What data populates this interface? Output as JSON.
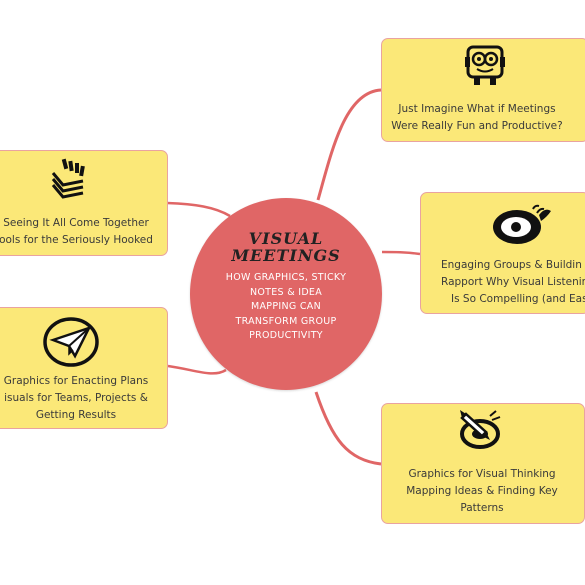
{
  "center": {
    "title_line1": "Visual",
    "title_line2": "Meetings",
    "subtitle_lines": [
      "How Graphics, Sticky",
      "Notes & Idea",
      "Mapping Can",
      "Transform Group",
      "Productivity"
    ]
  },
  "nodes": {
    "top_right": {
      "icon": "robot-face-icon",
      "lines": [
        "Just Imagine What if Meetings",
        "Were Really Fun and Productive?"
      ]
    },
    "mid_right": {
      "icon": "fried-egg-pan-icon",
      "lines": [
        "Engaging Groups & Buildin",
        "Rapport Why Visual Listenin",
        "Is So Compelling (and Easy"
      ]
    },
    "bottom_right": {
      "icon": "pencil-target-icon",
      "lines": [
        "Graphics for Visual Thinking",
        "Mapping Ideas & Finding Key",
        "Patterns"
      ]
    },
    "top_left": {
      "icon": "stacked-papers-icon",
      "lines": [
        "Seeing It All Come Together",
        "ools for the Seriously Hooked"
      ]
    },
    "bottom_left": {
      "icon": "paper-plane-icon",
      "lines": [
        "Graphics for Enacting Plans",
        "isuals for Teams, Projects &",
        "Getting Results"
      ]
    }
  },
  "colors": {
    "center": "#e06666",
    "node_fill": "#fbe878",
    "node_border": "#e9a3a0",
    "connector": "#e06666"
  }
}
